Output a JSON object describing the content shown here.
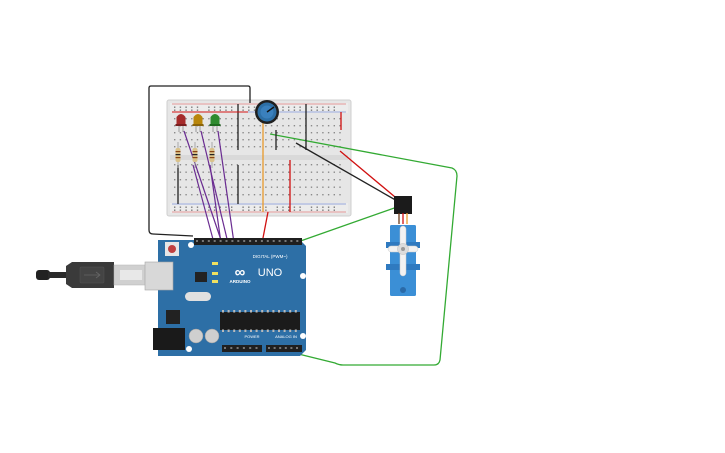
{
  "workspace": {
    "title": "",
    "background": "#ffffff"
  },
  "arduino": {
    "brand_logo": "∞",
    "model_label": "UNO",
    "brand_label": "ARDUINO",
    "digital_header_label": "DIGITAL (PWM~)",
    "power_header_label": "POWER",
    "analog_header_label": "ANALOG IN",
    "color": "#2d6fa6"
  },
  "components": {
    "leds": [
      {
        "color_name": "red",
        "color": "#a52a2a"
      },
      {
        "color_name": "orange",
        "color": "#b8860b"
      },
      {
        "color_name": "green",
        "color": "#2e8b2e"
      }
    ],
    "potentiometer": {
      "color": "#2d6fa6"
    },
    "servo": {
      "color": "#3b8fd6"
    },
    "usb_cable": {
      "color": "#333333"
    }
  },
  "wire_colors": {
    "black": "#222222",
    "red": "#d01010",
    "green": "#33aa33",
    "purple": "#6a2c91",
    "orange": "#e89a2c"
  }
}
